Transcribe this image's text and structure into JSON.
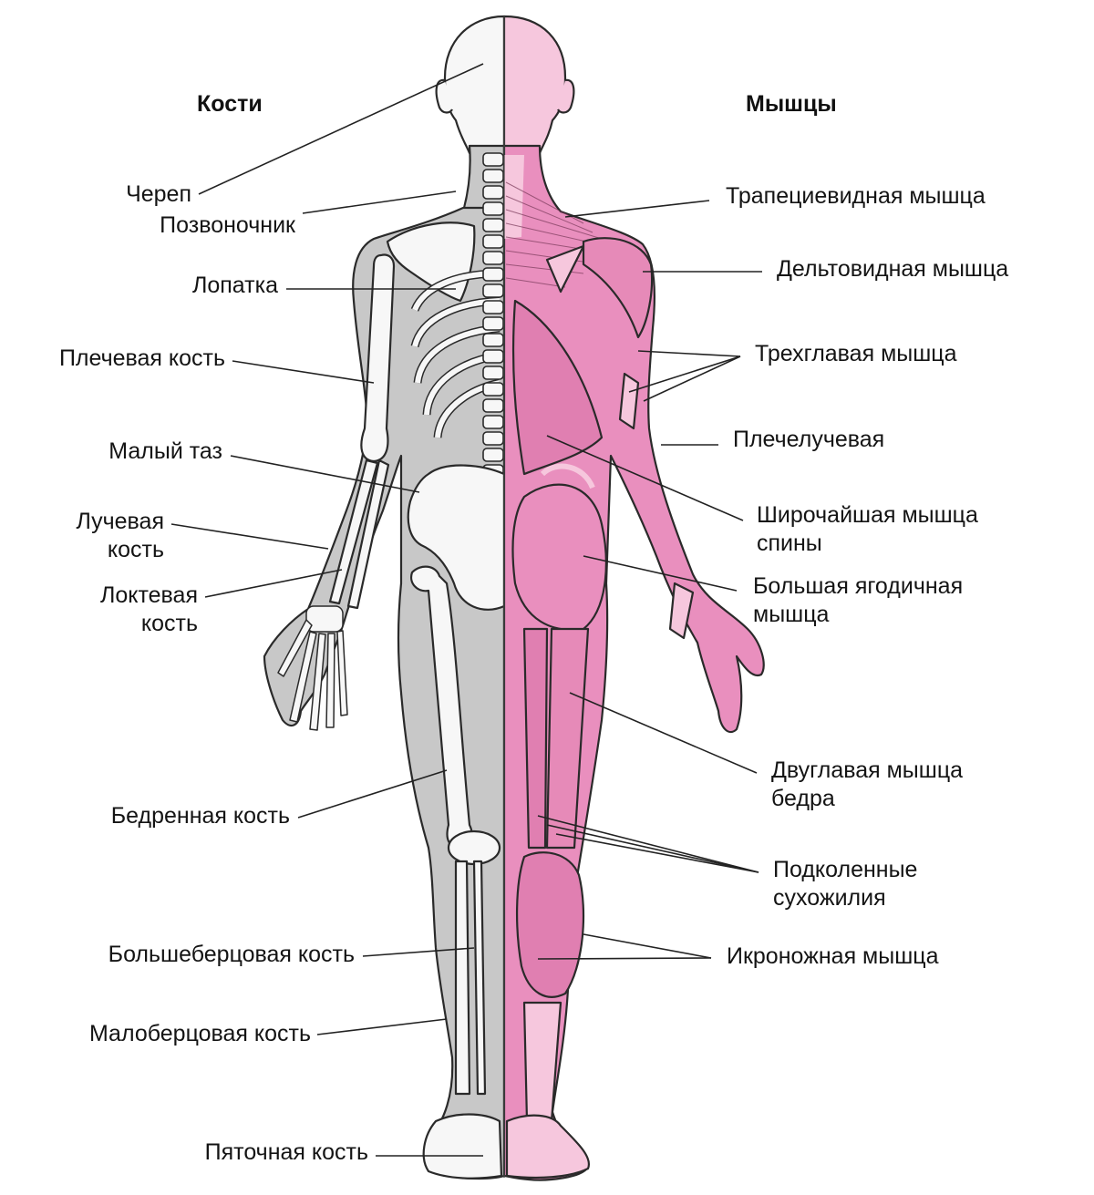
{
  "headings": {
    "bones": "Кости",
    "muscles": "Мышцы"
  },
  "colors": {
    "skin_gray": "#c8c8c8",
    "bone_white": "#f7f7f7",
    "muscle_pink": "#e98fbe",
    "muscle_light": "#f6c7dd",
    "outline": "#2a2a2a",
    "leader_line": "#222222"
  },
  "bones_labels": [
    {
      "id": "skull",
      "line1": "Череп",
      "line2": ""
    },
    {
      "id": "spine",
      "line1": "Позвоночник",
      "line2": ""
    },
    {
      "id": "scapula",
      "line1": "Лопатка",
      "line2": ""
    },
    {
      "id": "humerus",
      "line1": "Плечевая кость",
      "line2": ""
    },
    {
      "id": "pelvis",
      "line1": "Малый таз",
      "line2": ""
    },
    {
      "id": "radius",
      "line1": "Лучевая",
      "line2": "кость"
    },
    {
      "id": "ulna",
      "line1": "Локтевая",
      "line2": "кость"
    },
    {
      "id": "femur",
      "line1": "Бедренная кость",
      "line2": ""
    },
    {
      "id": "tibia",
      "line1": "Большеберцовая кость",
      "line2": ""
    },
    {
      "id": "fibula",
      "line1": "Малоберцовая кость",
      "line2": ""
    },
    {
      "id": "calcaneus",
      "line1": "Пяточная кость",
      "line2": ""
    }
  ],
  "muscles_labels": [
    {
      "id": "trapezius",
      "line1": "Трапециевидная мышца",
      "line2": ""
    },
    {
      "id": "deltoid",
      "line1": "Дельтовидная мышца",
      "line2": ""
    },
    {
      "id": "triceps",
      "line1": "Трехглавая мышца",
      "line2": ""
    },
    {
      "id": "brachioradialis",
      "line1": "Плечелучевая",
      "line2": ""
    },
    {
      "id": "latissimus",
      "line1": "Широчайшая мышца",
      "line2": "спины"
    },
    {
      "id": "gluteus",
      "line1": "Большая ягодичная",
      "line2": "мышца"
    },
    {
      "id": "biceps-femoris",
      "line1": "Двуглавая мышца",
      "line2": "бедра"
    },
    {
      "id": "hamstrings",
      "line1": "Подколенные",
      "line2": "сухожилия"
    },
    {
      "id": "gastrocnemius",
      "line1": "Икроножная мышца",
      "line2": ""
    }
  ]
}
